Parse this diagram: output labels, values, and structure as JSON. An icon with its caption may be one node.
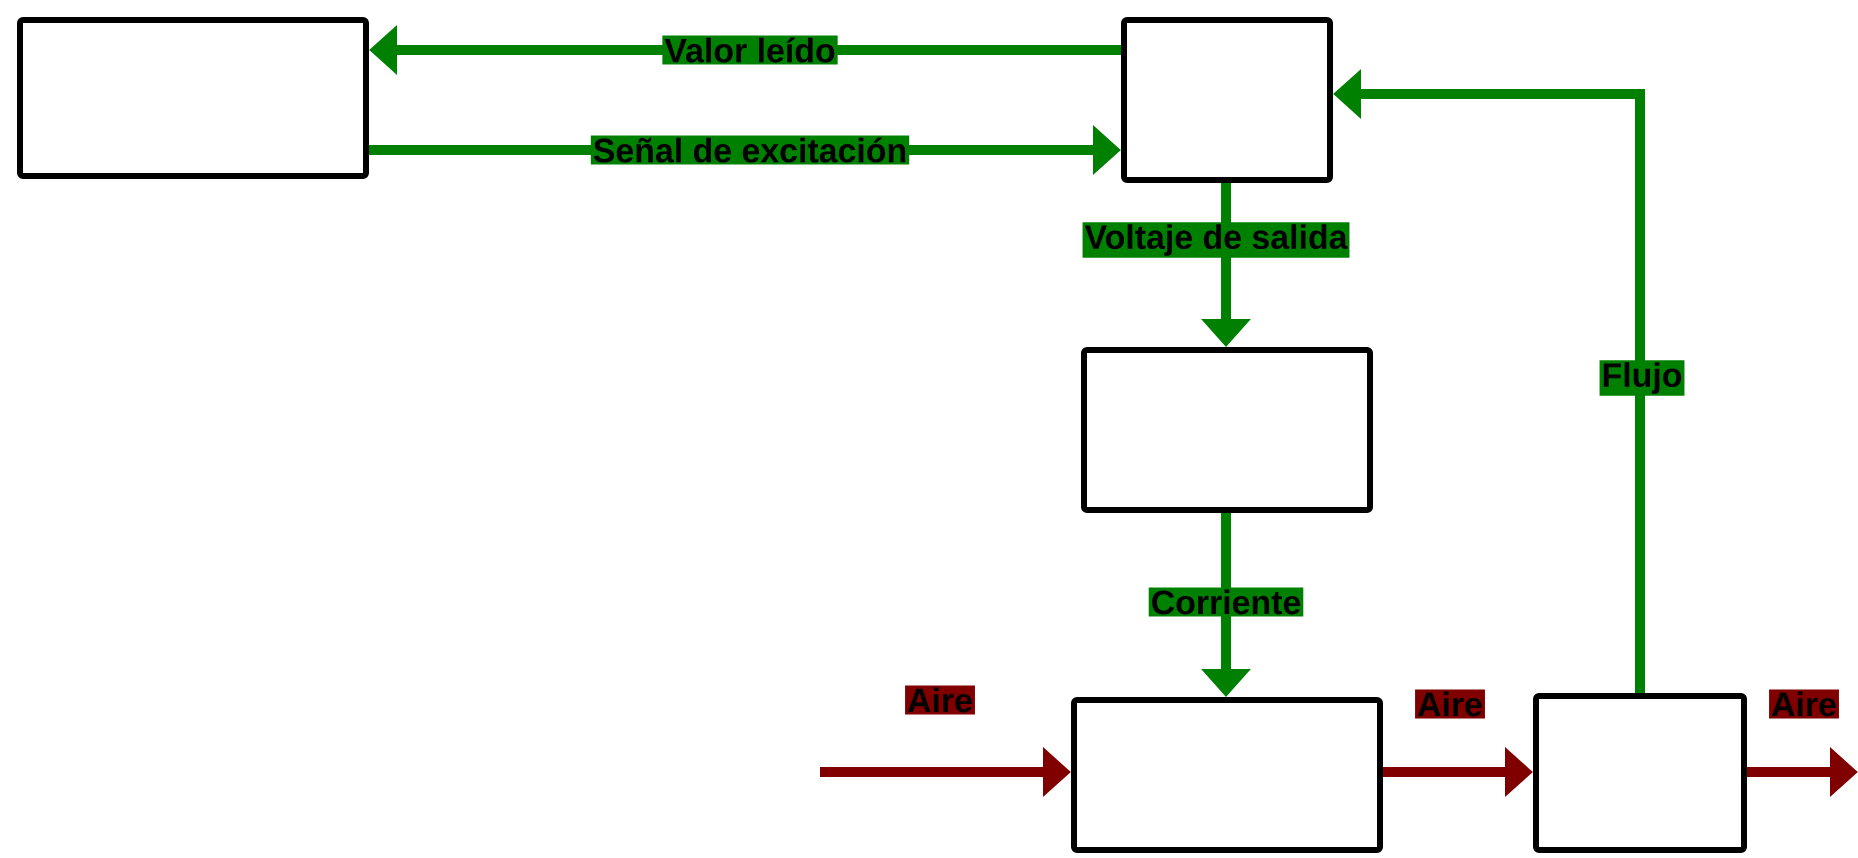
{
  "diagram": {
    "nodes": [
      {
        "text": [],
        "shape": "box"
      },
      {
        "text": [],
        "shape": "box"
      },
      {
        "text": [],
        "shape": "box"
      },
      {
        "text": [],
        "shape": "box"
      },
      {
        "text": [],
        "shape": "box"
      }
    ],
    "edges": [
      {
        "from": 1,
        "to": 0,
        "arrow": "to",
        "label": "Valor leído"
      },
      {
        "from": 0,
        "to": 1,
        "arrow": "to",
        "label": "Señal de excitación"
      },
      {
        "from": 1,
        "to": 2,
        "arrow": "to",
        "label": "Voltaje de salida"
      },
      {
        "from": 2,
        "to": 3,
        "arrow": "to",
        "label": "Corriente"
      },
      {
        "from": 4,
        "to": 1,
        "arrow": "to",
        "label": "Flujo"
      },
      {
        "from": null,
        "to": 3,
        "arrow": "to",
        "label": "Aire",
        "color": "#800000"
      },
      {
        "from": 3,
        "to": 4,
        "arrow": "to",
        "label": "Aire",
        "color": "#800000"
      },
      {
        "from": 4,
        "to": null,
        "arrow": "to",
        "label": "Aire",
        "color": "#800000"
      }
    ]
  }
}
